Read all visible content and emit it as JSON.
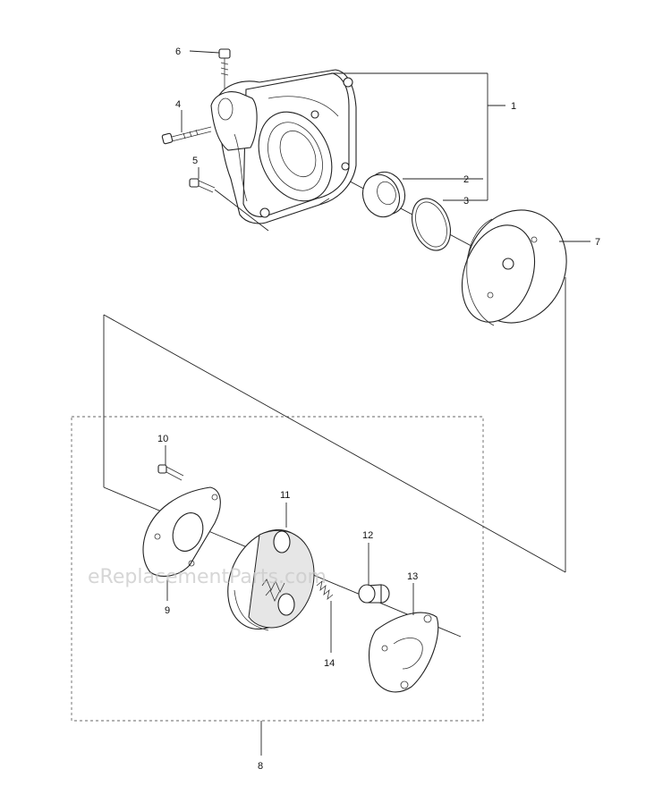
{
  "labels": {
    "l1": "1",
    "l2": "2",
    "l3": "3",
    "l4": "4",
    "l5": "5",
    "l6": "6",
    "l7": "7",
    "l8": "8",
    "l9": "9",
    "l10": "10",
    "l11": "11",
    "l12": "12",
    "l13": "13",
    "l14": "14"
  },
  "watermark": "eReplacementParts.com"
}
